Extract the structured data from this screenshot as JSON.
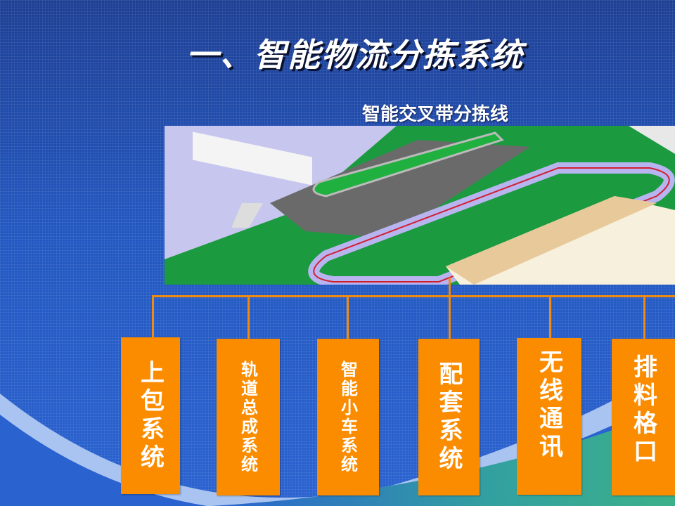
{
  "title": "一、智能物流分拣系统",
  "subtitle": "智能交叉带分拣线",
  "image": {
    "description_label": "智能交叉带分拣线"
  },
  "colors": {
    "box": "#fb8c00",
    "connector": "#f08a10",
    "background": "#2257c0"
  },
  "subsystems": [
    {
      "label": "上包系统"
    },
    {
      "label": "轨道总成系统"
    },
    {
      "label": "智能小车系统"
    },
    {
      "label": "配套系统"
    },
    {
      "label": "无线通讯"
    },
    {
      "label": "排料格口"
    }
  ]
}
